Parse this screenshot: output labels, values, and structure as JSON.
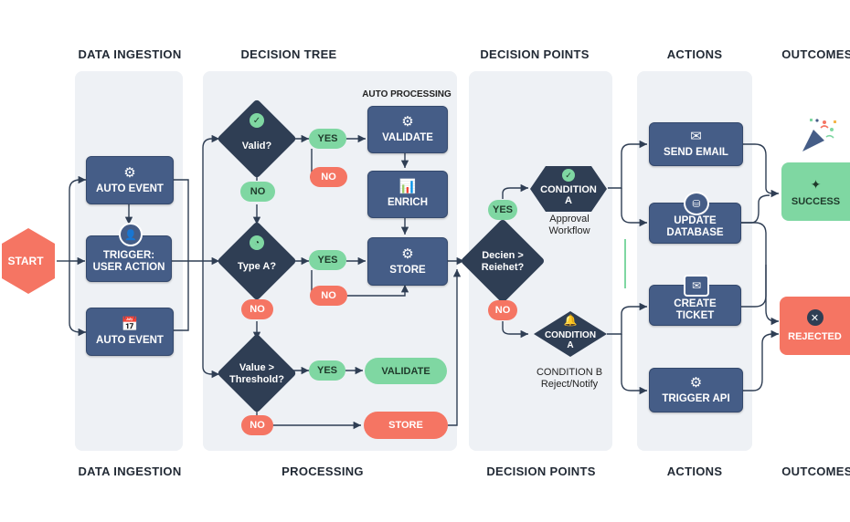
{
  "headers_top": {
    "data_ingestion": "DATA INGESTION",
    "decision_tree": "DECISION TREE",
    "decision_points": "DECISION POINTS",
    "actions": "ACTIONS",
    "outcomes": "OUTCOMES"
  },
  "headers_bottom": {
    "data_ingestion": "DATA INGESTION",
    "processing": "PROCESSING",
    "decision_points": "DECISION POINTS",
    "actions": "ACTIONS",
    "outcomes": "OUTCOMES"
  },
  "start": {
    "label": "START",
    "color": "#f57563"
  },
  "ingestion": {
    "auto_event_1": "AUTO EVENT",
    "trigger": "TRIGGER:\nUSER ACTION",
    "auto_event_2": "AUTO EVENT"
  },
  "tree": {
    "valid": "Valid?",
    "type_a": "Type A?",
    "threshold": "Value >\nThreshold?",
    "yes": "YES",
    "no": "NO"
  },
  "processing": {
    "label": "AUTO PROCESSING",
    "validate": "VALIDATE",
    "enrich": "ENRICH",
    "store": "STORE",
    "validate_pill": "VALIDATE",
    "store_pill": "STORE"
  },
  "decisions": {
    "decision": "Decien >\nReiehet?",
    "condition_a_top": "CONDITION\nA",
    "approval": "Approval\nWorkflow",
    "condition_a_bottom": "CONDITION\nA",
    "condition_b": "CONDITION B\nReject/Notify",
    "yes": "YES",
    "no": "NO"
  },
  "actions": {
    "send_email": "SEND EMAIL",
    "update_db": "UPDATE\nDATABASE",
    "create_ticket": "CREATE\nTICKET",
    "trigger_api": "TRIGGER API"
  },
  "outcomes": {
    "success": "SUCCESS",
    "rejected": "REJECTED",
    "success_color": "#7fd7a2",
    "rejected_color": "#f57563"
  },
  "icons": [
    "gear-icon",
    "user-icon",
    "calendar-icon",
    "check-icon",
    "pie-icon",
    "bar-chart-icon",
    "mail-icon",
    "database-icon",
    "bell-icon",
    "x-icon",
    "confetti-icon"
  ]
}
